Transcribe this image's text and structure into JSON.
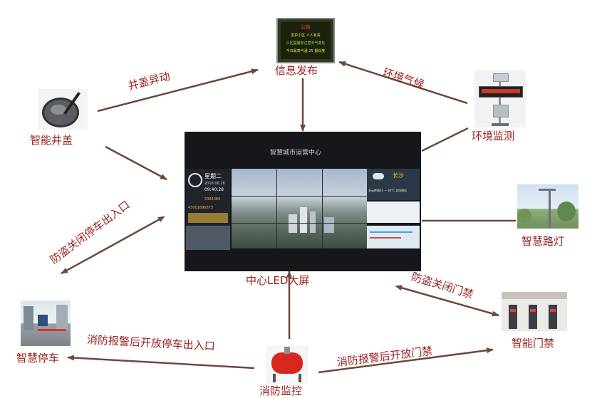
{
  "nodes": {
    "info": "信息发布",
    "env": "环境监测",
    "manhole": "智能井盖",
    "center": "中心LED大屏",
    "lamp": "智慧路灯",
    "parking": "智慧停车",
    "gate": "智能门禁",
    "fire": "消防监控"
  },
  "edges": {
    "manhole_info": "井盖异动",
    "env_info": "环境气候",
    "center_parking": "防盗关闭停车出入口",
    "center_gate": "防盗关闭门禁",
    "fire_parking": "消防报警后开放停车出入口",
    "fire_gate": "消防报警后开放门禁"
  },
  "board": {
    "title": "公告",
    "lines": [
      "爱护小区 人人有责",
      "小区提醒你注意天气变化",
      "今日最高气温 25 摄氏度"
    ]
  },
  "screen": {
    "title": "智慧城市运营中心",
    "weekday": "星期二",
    "date": "2016.06.28",
    "time": "09:40:28",
    "city": "长沙",
    "weather": "多云转晴24 ~ 30°C 北风微风",
    "num1": "5384380",
    "num2": "43001686873"
  },
  "colors": {
    "label": "#9b1c1c",
    "arrow": "#6b4a3a"
  }
}
